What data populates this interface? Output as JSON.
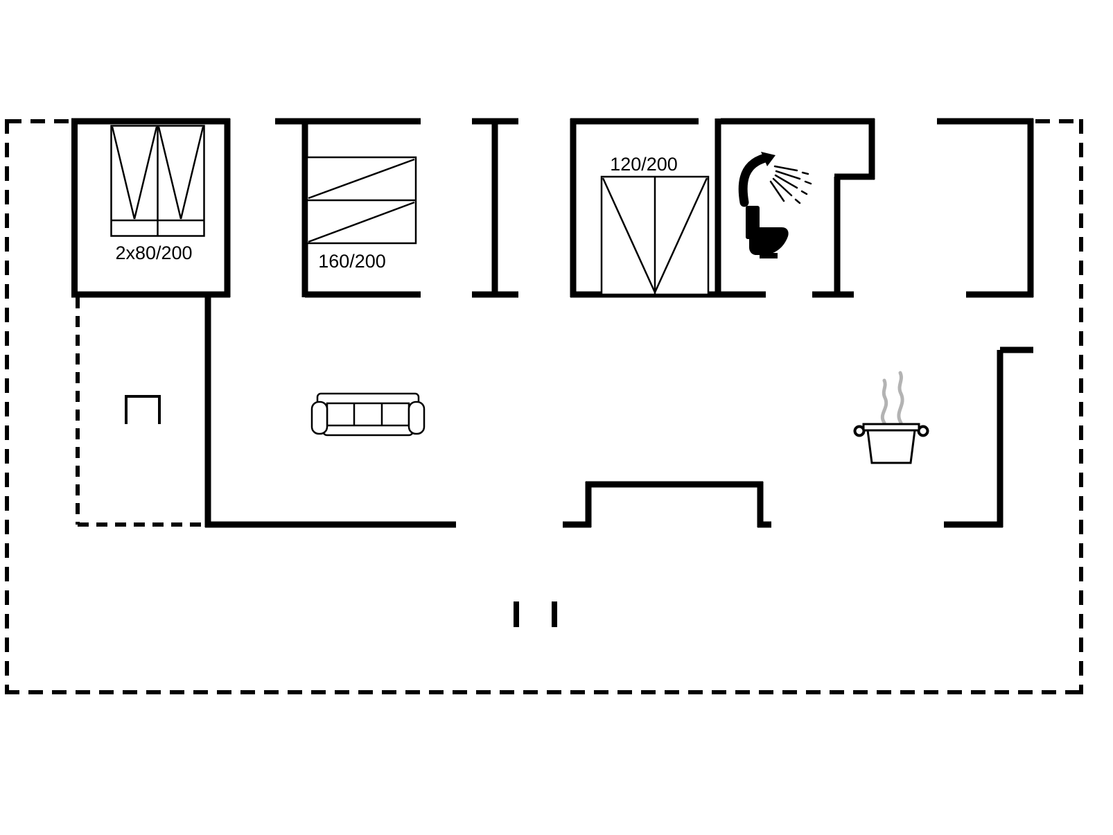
{
  "diagram": {
    "type": "floor-plan",
    "background": "#ffffff",
    "wall_color": "#000000",
    "furniture_color": "#000000",
    "steam_color": "#b3b3b3",
    "labels": {
      "bed_double": "2x80/200",
      "bed_160": "160/200",
      "bed_120": "120/200"
    },
    "icons": [
      "double-bed-icon",
      "bed-160-icon",
      "bed-120-icon",
      "shower-icon",
      "toilet-icon",
      "sofa-icon",
      "cooking-pot-icon",
      "wardrobe-icon",
      "terrace-post-icon"
    ]
  }
}
